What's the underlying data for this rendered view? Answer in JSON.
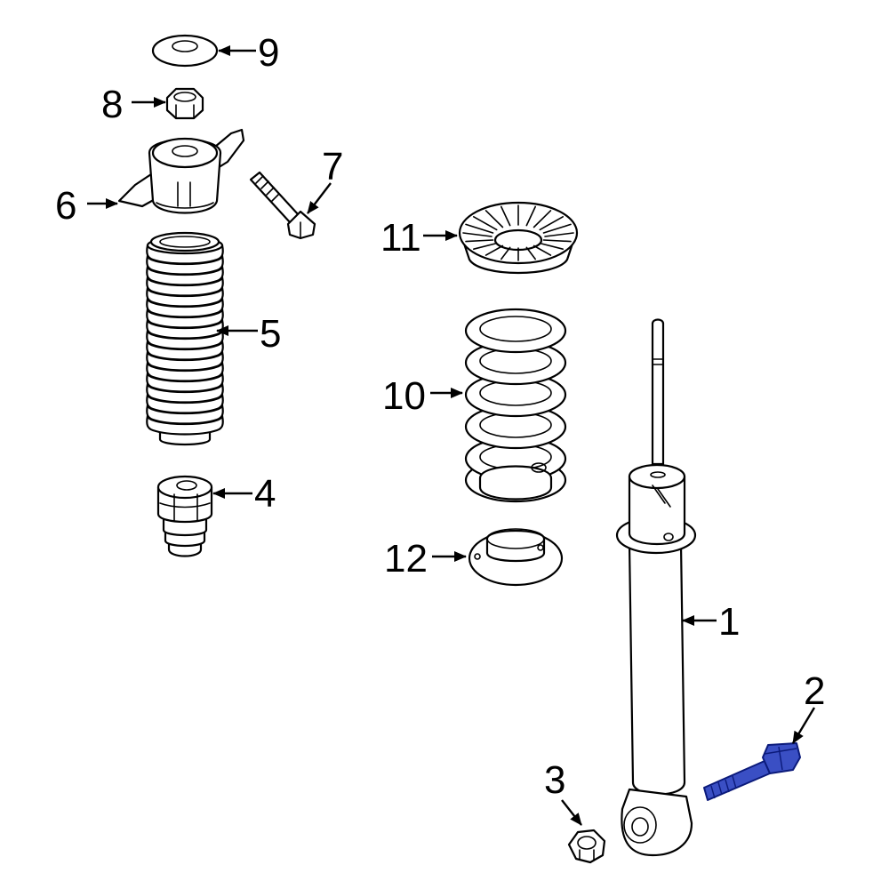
{
  "diagram": {
    "highlight_color": "#3a4fc4",
    "callouts": [
      {
        "id": "1",
        "label": "1"
      },
      {
        "id": "2",
        "label": "2"
      },
      {
        "id": "3",
        "label": "3"
      },
      {
        "id": "4",
        "label": "4"
      },
      {
        "id": "5",
        "label": "5"
      },
      {
        "id": "6",
        "label": "6"
      },
      {
        "id": "7",
        "label": "7"
      },
      {
        "id": "8",
        "label": "8"
      },
      {
        "id": "9",
        "label": "9"
      },
      {
        "id": "10",
        "label": "10"
      },
      {
        "id": "11",
        "label": "11"
      },
      {
        "id": "12",
        "label": "12"
      }
    ],
    "highlighted_part": "2"
  }
}
